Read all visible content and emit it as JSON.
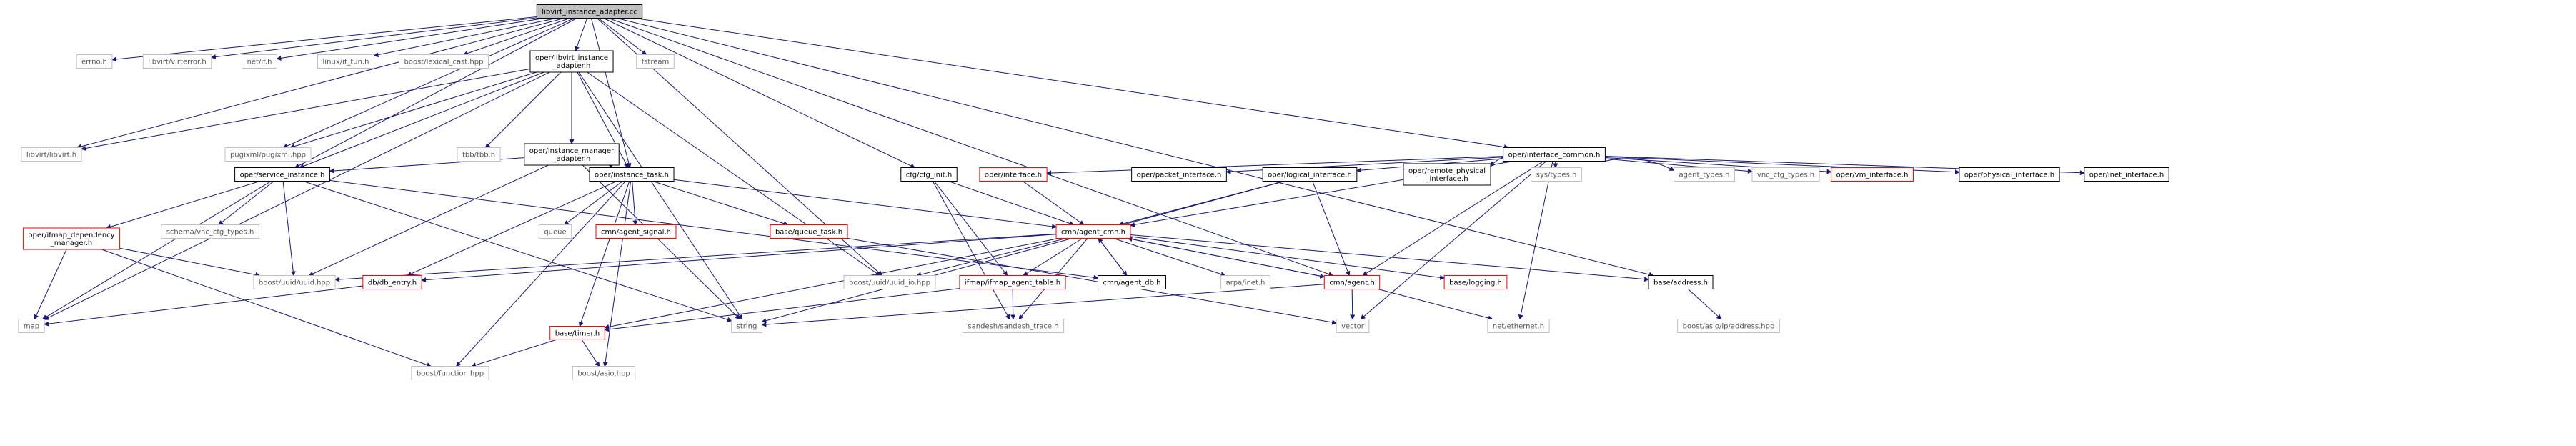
{
  "title": "libvirt_instance_adapter.cc",
  "colors": {
    "root_fill": "#bfbfbf",
    "node_border": "#000000",
    "external_border": "#bfbfbf",
    "truncated_border": "#ff0000",
    "edge": "#191970",
    "label": "#000000",
    "external_label": "#555555"
  },
  "nodes": [
    {
      "id": "root",
      "lines": [
        "libvirt_instance_adapter.cc"
      ],
      "style": "root"
    },
    {
      "id": "errno",
      "lines": [
        "errno.h"
      ],
      "style": "grey"
    },
    {
      "id": "virterror",
      "lines": [
        "libvirt/virterror.h"
      ],
      "style": "grey"
    },
    {
      "id": "netif",
      "lines": [
        "net/if.h"
      ],
      "style": "grey"
    },
    {
      "id": "iftun",
      "lines": [
        "linux/if_tun.h"
      ],
      "style": "grey"
    },
    {
      "id": "lexcast",
      "lines": [
        "boost/lexical_cast.hpp"
      ],
      "style": "grey"
    },
    {
      "id": "oper_lia_h",
      "lines": [
        "oper/libvirt_instance",
        "_adapter.h"
      ],
      "style": "black"
    },
    {
      "id": "fstream",
      "lines": [
        "fstream"
      ],
      "style": "grey"
    },
    {
      "id": "libvirt_h",
      "lines": [
        "libvirt/libvirt.h"
      ],
      "style": "grey"
    },
    {
      "id": "pugixml",
      "lines": [
        "pugixml/pugixml.hpp"
      ],
      "style": "grey"
    },
    {
      "id": "tbb",
      "lines": [
        "tbb/tbb.h"
      ],
      "style": "grey"
    },
    {
      "id": "ima_h",
      "lines": [
        "oper/instance_manager",
        "_adapter.h"
      ],
      "style": "black"
    },
    {
      "id": "service_instance",
      "lines": [
        "oper/service_instance.h"
      ],
      "style": "black"
    },
    {
      "id": "instance_task",
      "lines": [
        "oper/instance_task.h"
      ],
      "style": "black"
    },
    {
      "id": "cfg_init",
      "lines": [
        "cfg/cfg_init.h"
      ],
      "style": "black"
    },
    {
      "id": "iface_common",
      "lines": [
        "oper/interface_common.h"
      ],
      "style": "black"
    },
    {
      "id": "ifmap_dep",
      "lines": [
        "oper/ifmap_dependency",
        "_manager.h"
      ],
      "style": "red"
    },
    {
      "id": "vnc_cfg_schema",
      "lines": [
        "schema/vnc_cfg_types.h"
      ],
      "style": "grey"
    },
    {
      "id": "map",
      "lines": [
        "map"
      ],
      "style": "grey"
    },
    {
      "id": "boost_uuid",
      "lines": [
        "boost/uuid/uuid.hpp"
      ],
      "style": "grey"
    },
    {
      "id": "db_entry",
      "lines": [
        "db/db_entry.h"
      ],
      "style": "red"
    },
    {
      "id": "queue",
      "lines": [
        "queue"
      ],
      "style": "grey"
    },
    {
      "id": "agent_signal",
      "lines": [
        "cmn/agent_signal.h"
      ],
      "style": "red"
    },
    {
      "id": "base_queue_task",
      "lines": [
        "base/queue_task.h"
      ],
      "style": "red"
    },
    {
      "id": "oper_interface",
      "lines": [
        "oper/interface.h"
      ],
      "style": "red"
    },
    {
      "id": "packet_iface",
      "lines": [
        "oper/packet_interface.h"
      ],
      "style": "black"
    },
    {
      "id": "logical_iface",
      "lines": [
        "oper/logical_interface.h"
      ],
      "style": "black"
    },
    {
      "id": "remote_phys",
      "lines": [
        "oper/remote_physical",
        "_interface.h"
      ],
      "style": "black"
    },
    {
      "id": "systypes",
      "lines": [
        "sys/types.h"
      ],
      "style": "grey"
    },
    {
      "id": "agent_types",
      "lines": [
        "agent_types.h"
      ],
      "style": "grey"
    },
    {
      "id": "vnc_cfg_types",
      "lines": [
        "vnc_cfg_types.h"
      ],
      "style": "grey"
    },
    {
      "id": "vm_iface",
      "lines": [
        "oper/vm_interface.h"
      ],
      "style": "red"
    },
    {
      "id": "phys_iface",
      "lines": [
        "oper/physical_interface.h"
      ],
      "style": "black"
    },
    {
      "id": "inet_iface",
      "lines": [
        "oper/inet_interface.h"
      ],
      "style": "black"
    },
    {
      "id": "agent_cmn",
      "lines": [
        "cmn/agent_cmn.h"
      ],
      "style": "red"
    },
    {
      "id": "uuid_io",
      "lines": [
        "boost/uuid/uuid_io.hpp"
      ],
      "style": "grey"
    },
    {
      "id": "ifmap_agent_table",
      "lines": [
        "ifmap/ifmap_agent_table.h"
      ],
      "style": "red"
    },
    {
      "id": "agent_db",
      "lines": [
        "cmn/agent_db.h"
      ],
      "style": "black"
    },
    {
      "id": "arpa_inet",
      "lines": [
        "arpa/inet.h"
      ],
      "style": "grey"
    },
    {
      "id": "agent_h",
      "lines": [
        "cmn/agent.h"
      ],
      "style": "red"
    },
    {
      "id": "base_logging",
      "lines": [
        "base/logging.h"
      ],
      "style": "red"
    },
    {
      "id": "base_address",
      "lines": [
        "base/address.h"
      ],
      "style": "black"
    },
    {
      "id": "string",
      "lines": [
        "string"
      ],
      "style": "grey"
    },
    {
      "id": "base_timer",
      "lines": [
        "base/timer.h"
      ],
      "style": "red"
    },
    {
      "id": "sandesh_trace",
      "lines": [
        "sandesh/sandesh_trace.h"
      ],
      "style": "grey"
    },
    {
      "id": "vector",
      "lines": [
        "vector"
      ],
      "style": "grey"
    },
    {
      "id": "net_ethernet",
      "lines": [
        "net/ethernet.h"
      ],
      "style": "grey"
    },
    {
      "id": "asio_ip_addr",
      "lines": [
        "boost/asio/ip/address.hpp"
      ],
      "style": "grey"
    },
    {
      "id": "boost_function",
      "lines": [
        "boost/function.hpp"
      ],
      "style": "grey"
    },
    {
      "id": "boost_asio",
      "lines": [
        "boost/asio.hpp"
      ],
      "style": "grey"
    }
  ],
  "edges": [
    [
      "root",
      "errno"
    ],
    [
      "root",
      "virterror"
    ],
    [
      "root",
      "netif"
    ],
    [
      "root",
      "iftun"
    ],
    [
      "root",
      "lexcast"
    ],
    [
      "root",
      "oper_lia_h"
    ],
    [
      "root",
      "fstream"
    ],
    [
      "root",
      "libvirt_h"
    ],
    [
      "root",
      "pugixml"
    ],
    [
      "root",
      "service_instance"
    ],
    [
      "root",
      "instance_task"
    ],
    [
      "root",
      "cfg_init"
    ],
    [
      "root",
      "iface_common"
    ],
    [
      "root",
      "uuid_io"
    ],
    [
      "root",
      "agent_h"
    ],
    [
      "root",
      "base_address"
    ],
    [
      "oper_lia_h",
      "libvirt_h"
    ],
    [
      "oper_lia_h",
      "pugixml"
    ],
    [
      "oper_lia_h",
      "tbb"
    ],
    [
      "oper_lia_h",
      "ima_h"
    ],
    [
      "oper_lia_h",
      "service_instance"
    ],
    [
      "oper_lia_h",
      "instance_task"
    ],
    [
      "oper_lia_h",
      "map"
    ],
    [
      "oper_lia_h",
      "string"
    ],
    [
      "oper_lia_h",
      "uuid_io"
    ],
    [
      "ima_h",
      "service_instance"
    ],
    [
      "ima_h",
      "instance_task"
    ],
    [
      "ima_h",
      "boost_uuid"
    ],
    [
      "ima_h",
      "string"
    ],
    [
      "service_instance",
      "ifmap_dep"
    ],
    [
      "service_instance",
      "vnc_cfg_schema"
    ],
    [
      "service_instance",
      "map"
    ],
    [
      "service_instance",
      "boost_uuid"
    ],
    [
      "service_instance",
      "string"
    ],
    [
      "service_instance",
      "agent_db"
    ],
    [
      "ifmap_dep",
      "map"
    ],
    [
      "ifmap_dep",
      "boost_uuid"
    ],
    [
      "ifmap_dep",
      "boost_function"
    ],
    [
      "instance_task",
      "db_entry"
    ],
    [
      "instance_task",
      "queue"
    ],
    [
      "instance_task",
      "agent_signal"
    ],
    [
      "instance_task",
      "base_queue_task"
    ],
    [
      "instance_task",
      "agent_cmn"
    ],
    [
      "instance_task",
      "boost_function"
    ],
    [
      "instance_task",
      "base_timer"
    ],
    [
      "instance_task",
      "boost_asio"
    ],
    [
      "base_queue_task",
      "vector"
    ],
    [
      "cfg_init",
      "agent_cmn"
    ],
    [
      "cfg_init",
      "ifmap_agent_table"
    ],
    [
      "cfg_init",
      "sandesh_trace"
    ],
    [
      "iface_common",
      "oper_interface"
    ],
    [
      "iface_common",
      "packet_iface"
    ],
    [
      "iface_common",
      "logical_iface"
    ],
    [
      "iface_common",
      "remote_phys"
    ],
    [
      "iface_common",
      "systypes"
    ],
    [
      "iface_common",
      "agent_types"
    ],
    [
      "iface_common",
      "vnc_cfg_types"
    ],
    [
      "iface_common",
      "vm_iface"
    ],
    [
      "iface_common",
      "phys_iface"
    ],
    [
      "iface_common",
      "inet_iface"
    ],
    [
      "iface_common",
      "agent_cmn"
    ],
    [
      "iface_common",
      "net_ethernet"
    ],
    [
      "iface_common",
      "agent_h"
    ],
    [
      "iface_common",
      "vector"
    ],
    [
      "oper_interface",
      "agent_cmn"
    ],
    [
      "logical_iface",
      "agent_cmn"
    ],
    [
      "logical_iface",
      "agent_h"
    ],
    [
      "logical_iface",
      "string"
    ],
    [
      "agent_cmn",
      "boost_uuid"
    ],
    [
      "agent_cmn",
      "db_entry"
    ],
    [
      "agent_cmn",
      "uuid_io"
    ],
    [
      "agent_cmn",
      "ifmap_agent_table"
    ],
    [
      "agent_cmn",
      "agent_db"
    ],
    [
      "agent_cmn",
      "arpa_inet"
    ],
    [
      "agent_cmn",
      "agent_h"
    ],
    [
      "agent_cmn",
      "base_logging"
    ],
    [
      "agent_cmn",
      "base_address"
    ],
    [
      "agent_cmn",
      "sandesh_trace"
    ],
    [
      "agent_cmn",
      "base_timer"
    ],
    [
      "agent_db",
      "agent_cmn"
    ],
    [
      "agent_h",
      "agent_cmn"
    ],
    [
      "agent_h",
      "string"
    ],
    [
      "agent_h",
      "vector"
    ],
    [
      "agent_h",
      "net_ethernet"
    ],
    [
      "db_entry",
      "map"
    ],
    [
      "ifmap_agent_table",
      "base_timer"
    ],
    [
      "ifmap_agent_table",
      "sandesh_trace"
    ],
    [
      "base_address",
      "asio_ip_addr"
    ],
    [
      "base_timer",
      "boost_function"
    ],
    [
      "base_timer",
      "boost_asio"
    ]
  ]
}
